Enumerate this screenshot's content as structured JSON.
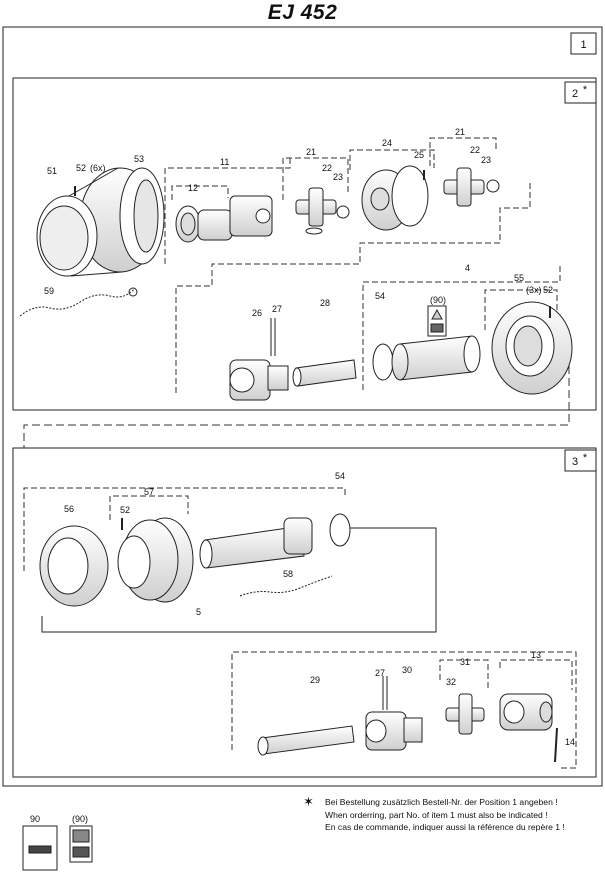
{
  "title": "EJ 452",
  "boxes": {
    "main": "1",
    "group2": "2",
    "group3": "3",
    "star": "*"
  },
  "labels": {
    "p51": "51",
    "p52": "52",
    "p52_qty": "(6x)",
    "p53": "53",
    "p12": "12",
    "p11": "11",
    "p21a": "21",
    "p22a": "22",
    "p23a": "23",
    "p24": "24",
    "p25": "25",
    "p21b": "21",
    "p22b": "22",
    "p23b": "23",
    "p59": "59",
    "p4": "4",
    "p55": "55",
    "p52b_qty": "(3x)",
    "p52b": "52",
    "p90b": "(90)",
    "p26": "26",
    "p27": "27",
    "p28": "28",
    "p54": "54",
    "p56": "56",
    "p57": "57",
    "p52c": "52",
    "p54b": "54",
    "p58": "58",
    "p5": "5",
    "p13": "13",
    "p31": "31",
    "p27b": "27",
    "p30": "30",
    "p32": "32",
    "p29": "29",
    "p14": "14",
    "legend90": "90",
    "legend90b": "(90)"
  },
  "footnote": {
    "star": "✶",
    "de": "Bei Bestellung zusätzlich Bestell-Nr. der Position 1 angeben !",
    "en": "When orderring, part No. of item 1 must also be indicated !",
    "fr": "En cas de commande, indiquer aussi la référence du repère 1 !"
  }
}
